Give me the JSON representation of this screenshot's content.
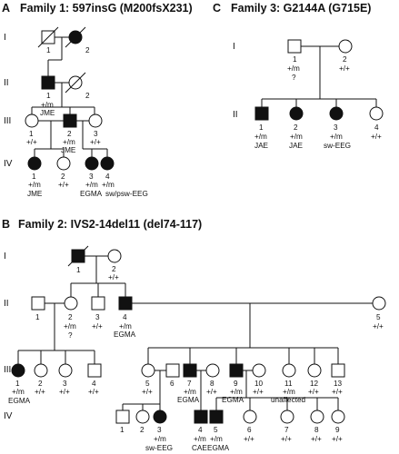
{
  "panelA": {
    "letter": "A",
    "title": "Family 1: 597insG (M200fsX231)",
    "generations": [
      "I",
      "II",
      "III",
      "IV"
    ],
    "individuals": [
      {
        "id": "A-I-1",
        "label": "1"
      },
      {
        "id": "A-I-2",
        "label": "2"
      },
      {
        "id": "A-II-1",
        "label": "1",
        "genotype": "+/m",
        "phenotype": "JME"
      },
      {
        "id": "A-II-2",
        "label": "2"
      },
      {
        "id": "A-III-1",
        "label": "1",
        "genotype": "+/+"
      },
      {
        "id": "A-III-2",
        "label": "2",
        "genotype": "+/m",
        "phenotype": "JME"
      },
      {
        "id": "A-III-3",
        "label": "3",
        "genotype": "+/+"
      },
      {
        "id": "A-IV-1",
        "label": "1",
        "genotype": "+/m",
        "phenotype": "JME"
      },
      {
        "id": "A-IV-2",
        "label": "2",
        "genotype": "+/+"
      },
      {
        "id": "A-IV-3",
        "label": "3",
        "genotype": "+/m",
        "phenotype": "EGMA"
      },
      {
        "id": "A-IV-4",
        "label": "4",
        "genotype": "+/m",
        "phenotype": "sw/psw-EEG"
      }
    ]
  },
  "panelB": {
    "letter": "B",
    "title": "Family 2: IVS2-14del11 (del74-117)",
    "generations": [
      "I",
      "II",
      "III",
      "IV"
    ],
    "unaffected_note": "unaffected",
    "individuals": [
      {
        "id": "B-I-1",
        "label": "1"
      },
      {
        "id": "B-I-2",
        "label": "2",
        "genotype": "+/+"
      },
      {
        "id": "B-II-1",
        "label": "1"
      },
      {
        "id": "B-II-2",
        "label": "2",
        "genotype": "+/m",
        "note": "?"
      },
      {
        "id": "B-II-3",
        "label": "3",
        "genotype": "+/+"
      },
      {
        "id": "B-II-4",
        "label": "4",
        "genotype": "+/m",
        "phenotype": "EGMA"
      },
      {
        "id": "B-II-5",
        "label": "5",
        "genotype": "+/+"
      },
      {
        "id": "B-III-1",
        "label": "1",
        "genotype": "+/m",
        "phenotype": "EGMA"
      },
      {
        "id": "B-III-2",
        "label": "2",
        "genotype": "+/+"
      },
      {
        "id": "B-III-3",
        "label": "3",
        "genotype": "+/+"
      },
      {
        "id": "B-III-4",
        "label": "4",
        "genotype": "+/+"
      },
      {
        "id": "B-III-5",
        "label": "5",
        "genotype": "+/+"
      },
      {
        "id": "B-III-6",
        "label": "6"
      },
      {
        "id": "B-III-7",
        "label": "7",
        "genotype": "+/m",
        "phenotype": "EGMA"
      },
      {
        "id": "B-III-8",
        "label": "8",
        "genotype": "+/+"
      },
      {
        "id": "B-III-9",
        "label": "9",
        "genotype": "+/m",
        "phenotype": "EGMA"
      },
      {
        "id": "B-III-10",
        "label": "10",
        "genotype": "+/+"
      },
      {
        "id": "B-III-11",
        "label": "11",
        "genotype": "+/m"
      },
      {
        "id": "B-III-12",
        "label": "12",
        "genotype": "+/+"
      },
      {
        "id": "B-III-13",
        "label": "13",
        "genotype": "+/+"
      },
      {
        "id": "B-IV-1",
        "label": "1"
      },
      {
        "id": "B-IV-2",
        "label": "2"
      },
      {
        "id": "B-IV-3",
        "label": "3",
        "genotype": "+/m",
        "phenotype": "sw-EEG"
      },
      {
        "id": "B-IV-4",
        "label": "4",
        "genotype": "+/m",
        "phenotype": "CAE"
      },
      {
        "id": "B-IV-5",
        "label": "5",
        "genotype": "+/m",
        "phenotype": "EGMA"
      },
      {
        "id": "B-IV-6",
        "label": "6",
        "genotype": "+/+"
      },
      {
        "id": "B-IV-7",
        "label": "7",
        "genotype": "+/+"
      },
      {
        "id": "B-IV-8",
        "label": "8",
        "genotype": "+/+"
      },
      {
        "id": "B-IV-9",
        "label": "9",
        "genotype": "+/+"
      }
    ]
  },
  "panelC": {
    "letter": "C",
    "title": "Family 3: G2144A (G715E)",
    "generations": [
      "I",
      "II"
    ],
    "individuals": [
      {
        "id": "C-I-1",
        "label": "1",
        "genotype": "+/m",
        "note": "?"
      },
      {
        "id": "C-I-2",
        "label": "2",
        "genotype": "+/+"
      },
      {
        "id": "C-II-1",
        "label": "1",
        "genotype": "+/m",
        "phenotype": "JAE"
      },
      {
        "id": "C-II-2",
        "label": "2",
        "genotype": "+/m",
        "phenotype": "JAE"
      },
      {
        "id": "C-II-3",
        "label": "3",
        "genotype": "+/m",
        "phenotype": "sw-EEG"
      },
      {
        "id": "C-II-4",
        "label": "4",
        "genotype": "+/+"
      }
    ]
  }
}
